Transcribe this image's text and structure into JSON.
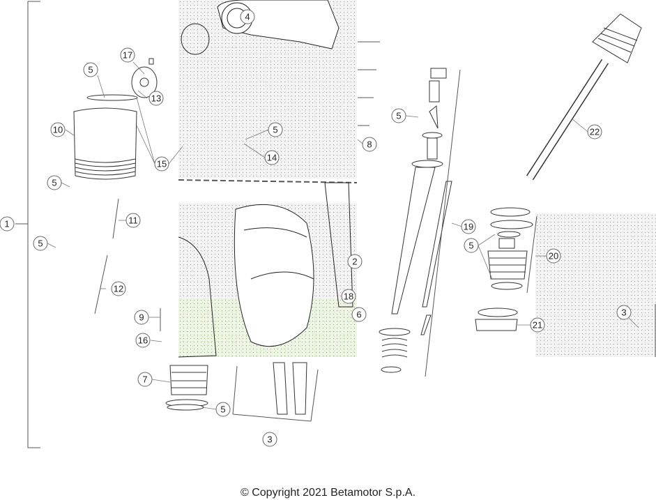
{
  "callouts": [
    {
      "label": "1"
    },
    {
      "label": "2"
    },
    {
      "label": "3"
    },
    {
      "label": "3"
    },
    {
      "label": "4"
    },
    {
      "label": "5"
    },
    {
      "label": "5"
    },
    {
      "label": "5"
    },
    {
      "label": "5"
    },
    {
      "label": "5"
    },
    {
      "label": "5"
    },
    {
      "label": "5"
    },
    {
      "label": "6"
    },
    {
      "label": "7"
    },
    {
      "label": "8"
    },
    {
      "label": "9"
    },
    {
      "label": "10"
    },
    {
      "label": "11"
    },
    {
      "label": "12"
    },
    {
      "label": "13"
    },
    {
      "label": "14"
    },
    {
      "label": "15"
    },
    {
      "label": "16"
    },
    {
      "label": "17"
    },
    {
      "label": "18"
    },
    {
      "label": "19"
    },
    {
      "label": "20"
    },
    {
      "label": "21"
    },
    {
      "label": "22"
    }
  ],
  "footer": {
    "copyright": "© Copyright 2021 Betamotor S.p.A."
  },
  "colors": {
    "line": "#555555",
    "callout_border": "#666666",
    "background": "#ffffff"
  }
}
